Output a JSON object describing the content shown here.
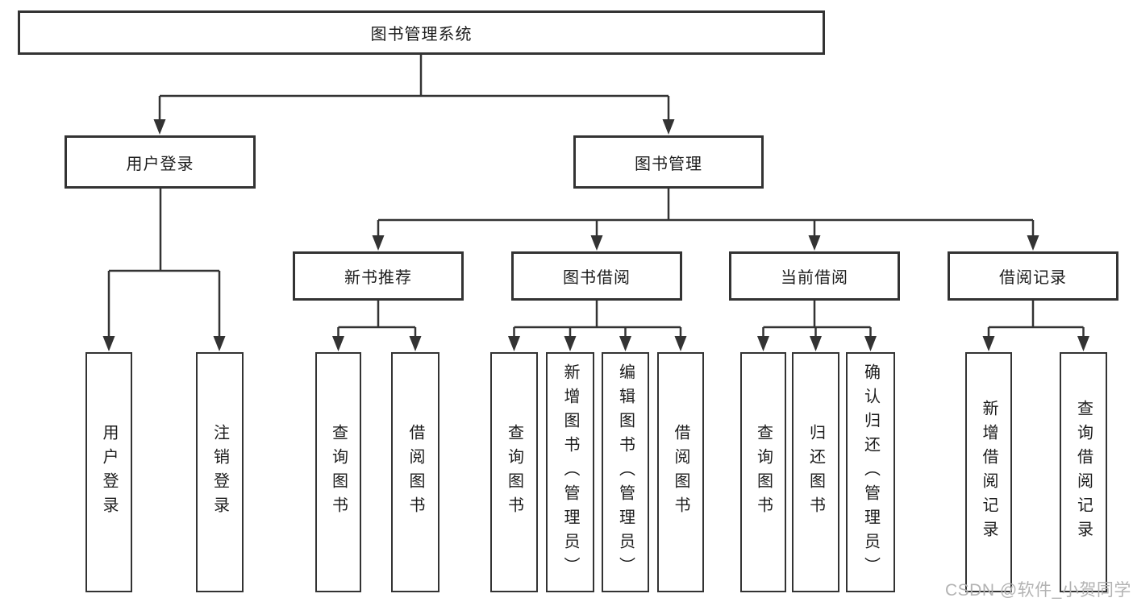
{
  "nodes": {
    "root": "图书管理系统",
    "user_login": "用户登录",
    "book_management": "图书管理",
    "new_book_recommendation": "新书推荐",
    "book_borrowing": "图书借阅",
    "current_borrowing": "当前借阅",
    "borrowing_records": "借阅记录"
  },
  "leaves": {
    "user_login": [
      "用户登录",
      "注销登录"
    ],
    "new_book_recommendation": [
      "查询图书",
      "借阅图书"
    ],
    "book_borrowing": [
      "查询图书",
      "新增图书（管理员）",
      "编辑图书（管理员）",
      "借阅图书"
    ],
    "current_borrowing": [
      "查询图书",
      "归还图书",
      "确认归还（管理员）"
    ],
    "borrowing_records": [
      "新增借阅记录",
      "查询借阅记录"
    ]
  },
  "watermark": "CSDN @软件_小贺同学",
  "colors": {
    "line": "#333333",
    "text": "#1c1c1c",
    "box_fill": "#ffffff",
    "watermark": "#afafaf",
    "background": "#ffffff"
  }
}
